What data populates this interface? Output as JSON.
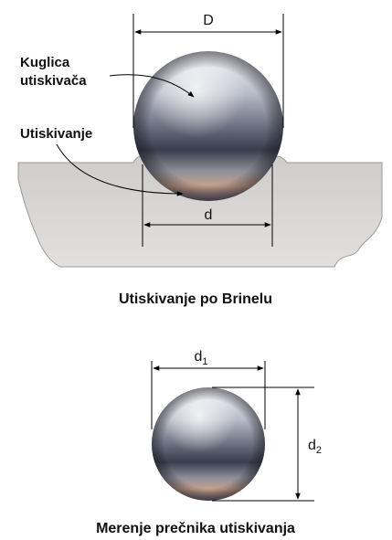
{
  "top_diagram": {
    "ball_label_line1": "Kuglica",
    "ball_label_line2": "utiskivača",
    "indent_label": "Utiskivanje",
    "dim_D": "D",
    "dim_d": "d",
    "caption": "Utiskivanje po Brinelu"
  },
  "bottom_diagram": {
    "dim_d1_base": "d",
    "dim_d1_sub": "1",
    "dim_d2_base": "d",
    "dim_d2_sub": "2",
    "caption": "Merenje prečnika utiskivanja"
  },
  "colors": {
    "material": "#d8d6d4",
    "material_edge": "#8c8a88",
    "ball_light": "#eef0f6",
    "ball_mid": "#8e93a3",
    "ball_dark": "#3d4050",
    "ball_warm": "#c4a28a"
  }
}
